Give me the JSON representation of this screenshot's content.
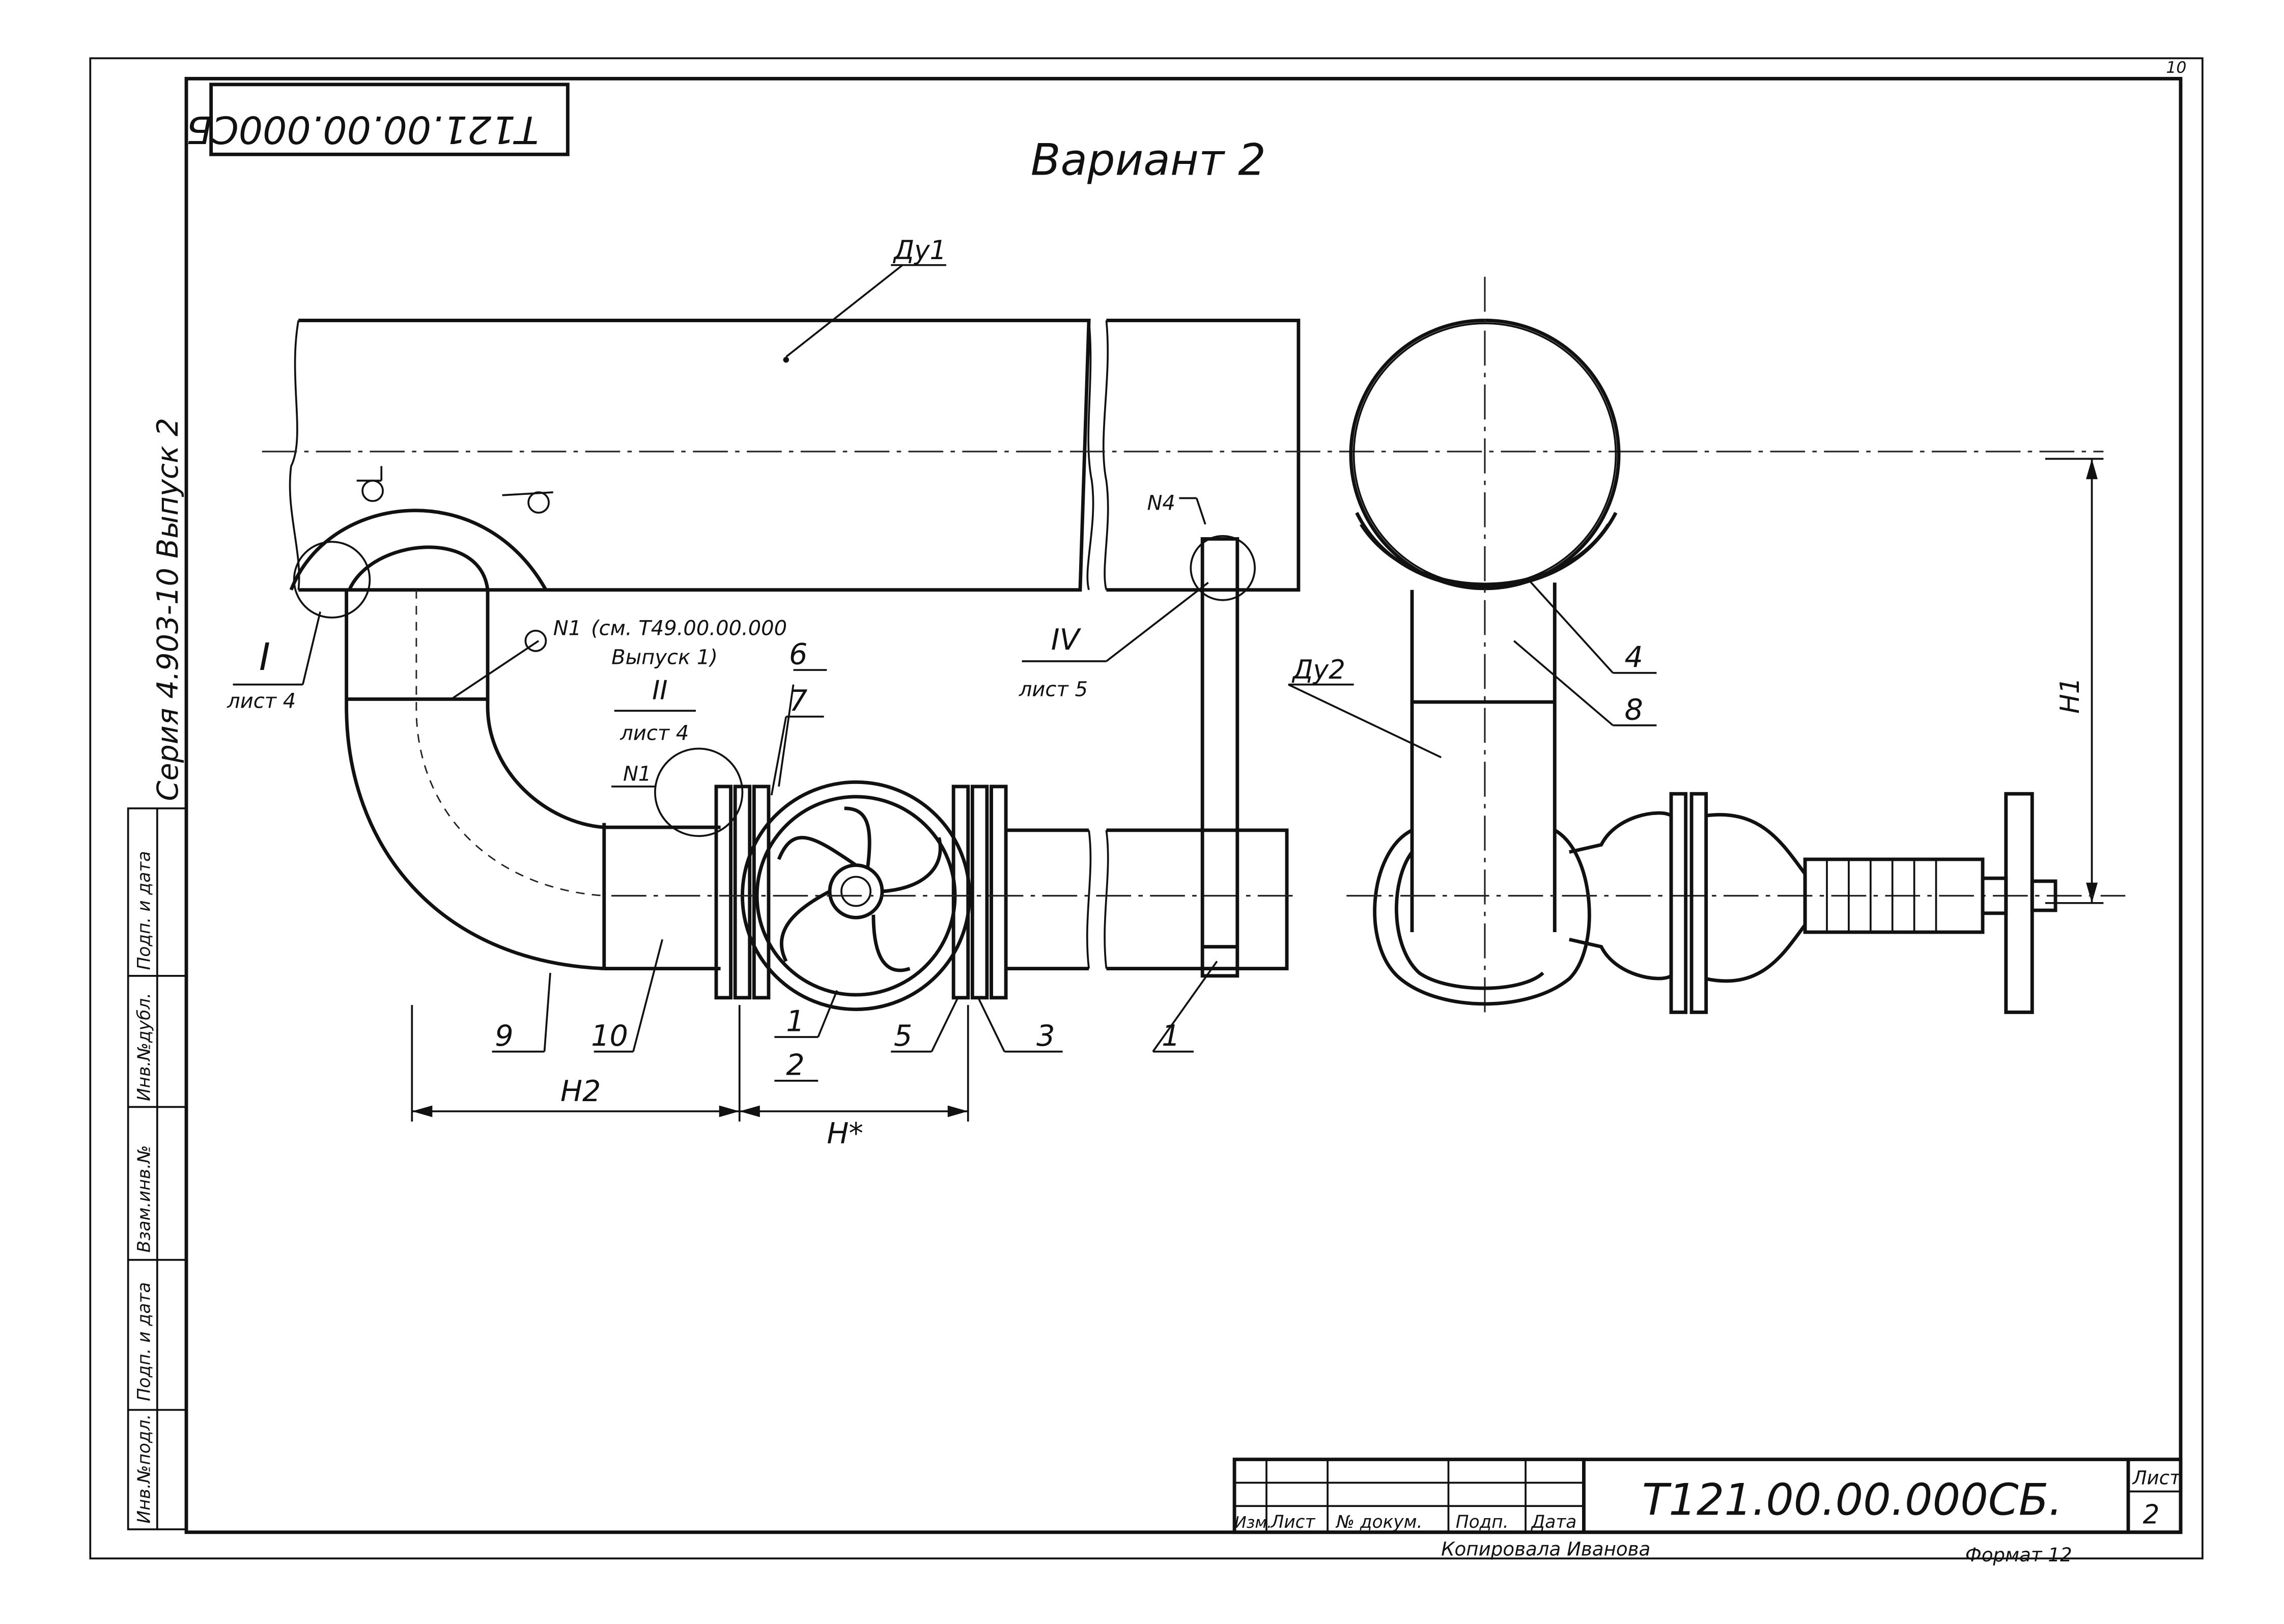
{
  "sheet_number_top": "10",
  "rotated_code": "Т121.00.00.000СБ",
  "title": "Вариант 2",
  "series": "Серия 4.903-10 Выпуск 2",
  "pipe_labels": {
    "dy1": "Ду1",
    "dy2": "Ду2"
  },
  "callouts": {
    "I": "I",
    "I_sheet": "лист 4",
    "II": "II",
    "II_sheet": "лист 4",
    "IV": "IV",
    "IV_sheet": "лист 5",
    "N1_a": "N1",
    "N1_ref_1": "(см. Т49.00.00.000",
    "N1_ref_2": "Выпуск 1)",
    "N1_b": "N1",
    "N4": "N4"
  },
  "positions": [
    "1",
    "2",
    "3",
    "4",
    "5",
    "6",
    "7",
    "8",
    "9",
    "10",
    "1"
  ],
  "dimensions": {
    "h1": "H1",
    "h2": "H2",
    "h_star": "H*"
  },
  "left_stamp": [
    "Инв.№подл.",
    "Подп. и дата",
    "Взам.инв.№",
    "Инв.№дубл.",
    "Подп. и дата"
  ],
  "title_block": {
    "headers": [
      "Изм.",
      "Лист",
      "№ докум.",
      "Подп.",
      "Дата"
    ],
    "code": "Т121.00.00.000СБ.",
    "sheet_label": "Лист",
    "sheet_value": "2",
    "copied_by": "Копировала Иванова",
    "format": "Формат 12"
  }
}
